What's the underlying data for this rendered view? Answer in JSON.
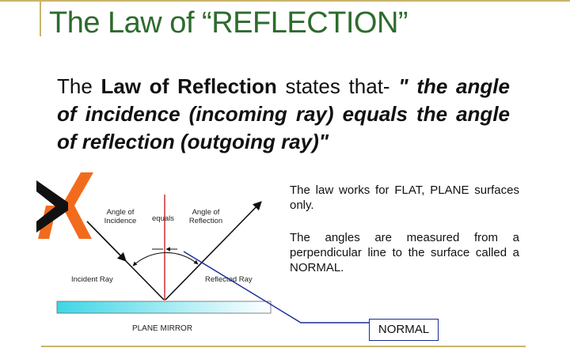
{
  "slide": {
    "title": "The Law of “REFLECTION”",
    "statement": {
      "lead": "The",
      "term": "Law of Reflection",
      "verb": "states that-",
      "quote": "\" the angle of incidence (incoming ray) equals the angle of reflection (outgoing ray)\""
    },
    "notes": {
      "flat": "The law works for FLAT, PLANE surfaces only.",
      "angles": "The angles are measured from a perpendicular line to the surface called a NORMAL."
    },
    "normal_label": "NORMAL"
  },
  "diagram": {
    "angle_of_incidence_line1": "Angle of",
    "angle_of_incidence_line2": "Incidence",
    "equals": "equals",
    "angle_of_reflection_line1": "Angle of",
    "angle_of_reflection_line2": "Reflection",
    "incident_ray": "Incident Ray",
    "reflected_ray": "Reflected Ray",
    "plane_mirror": "PLANE MIRROR"
  },
  "colors": {
    "title": "#2e6b2e",
    "rule": "#c9b46a",
    "normal_line": "#d23a3a",
    "pointer": "#1b2b9a",
    "mirror_start": "#3fd6e6",
    "mirror_end": "#ffffff",
    "logo_orange": "#f26b1d"
  }
}
